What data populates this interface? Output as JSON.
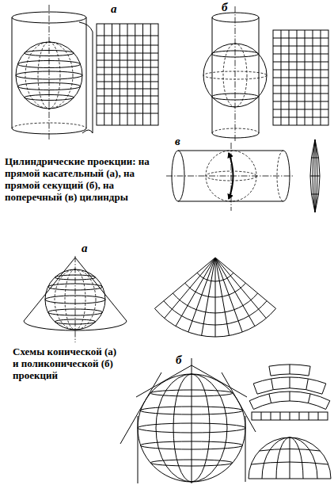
{
  "diagram": {
    "labels": [
      "а",
      "б",
      "Цилиндрические проекции: на прямой касательный (а), на прямой секущий (б), на поперечный (в) цилиндры",
      "в",
      "а",
      "б",
      "Схемы конической (а) и поликонической (б) проекций"
    ]
  }
}
